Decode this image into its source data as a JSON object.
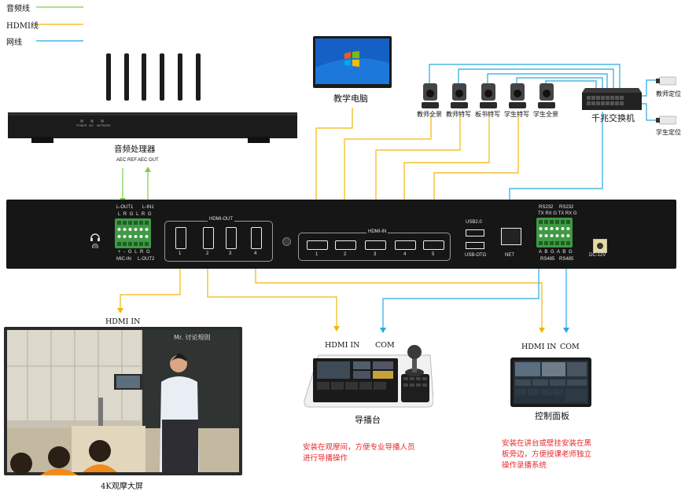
{
  "legend": [
    {
      "label": "音频线",
      "color": "#7ccd4a"
    },
    {
      "label": "HDMI线",
      "color": "#f2b705"
    },
    {
      "label": "网线",
      "color": "#27a9e1"
    }
  ],
  "devices": {
    "audio_processor": "音频处理器",
    "teacher_pc": "教学电脑",
    "switch": "千兆交换机",
    "director_console": "导播台",
    "control_panel": "控制面板",
    "big_screen": "4K观摩大屏",
    "cameras": [
      "教师全景",
      "教师特写",
      "板书特写",
      "学生特写",
      "学生全景"
    ],
    "sensors": [
      "教师定位",
      "学生定位"
    ]
  },
  "audio_ports": {
    "left": "AEC REF",
    "right": "AEC OUT"
  },
  "audio_processor_leds": [
    "POWER",
    "SIG",
    "NETWORK"
  ],
  "panel": {
    "audio_top_left": "L-OUT1",
    "audio_top_right": "L-IN1",
    "audio_top_pins": "L R G L R G",
    "audio_bottom_pins": "+ - G L R G",
    "audio_bottom_left": "MIC-IN",
    "audio_bottom_right": "L-OUT2",
    "hdmi_out_title": "HDMI-OUT",
    "hdmi_out_ports": [
      "1",
      "2",
      "3",
      "4"
    ],
    "hdmi_in_title": "HDMI-IN",
    "hdmi_in_ports": [
      "1",
      "2",
      "3",
      "4",
      "5"
    ],
    "usb_top": "USB2.0",
    "usb_bottom": "USB-OTG",
    "net": "NET",
    "rs232_left": "RS232",
    "rs232_right": "RS232",
    "rs_pins_top": "TX RX G TX RX G",
    "rs_pins_bottom": "A B G A B G",
    "rs485_left": "RS485",
    "rs485_right": "RS485",
    "power": "DC-12V"
  },
  "connections": {
    "screen_label": "HDMI IN",
    "console_hdmi": "HDMI IN",
    "console_com": "COM",
    "panel_hdmi": "HDMI IN",
    "panel_com": "COM"
  },
  "notes": {
    "console_line1": "安装在观摩间，方便专业导播人员",
    "console_line2": "进行导播操作",
    "panel_line1": "安装在讲台或壁挂安装在黑",
    "panel_line2": "板旁边，方便授课老师独立",
    "panel_line3": "操作录播系统"
  },
  "screen_caption": "Mr. 讨论规则"
}
